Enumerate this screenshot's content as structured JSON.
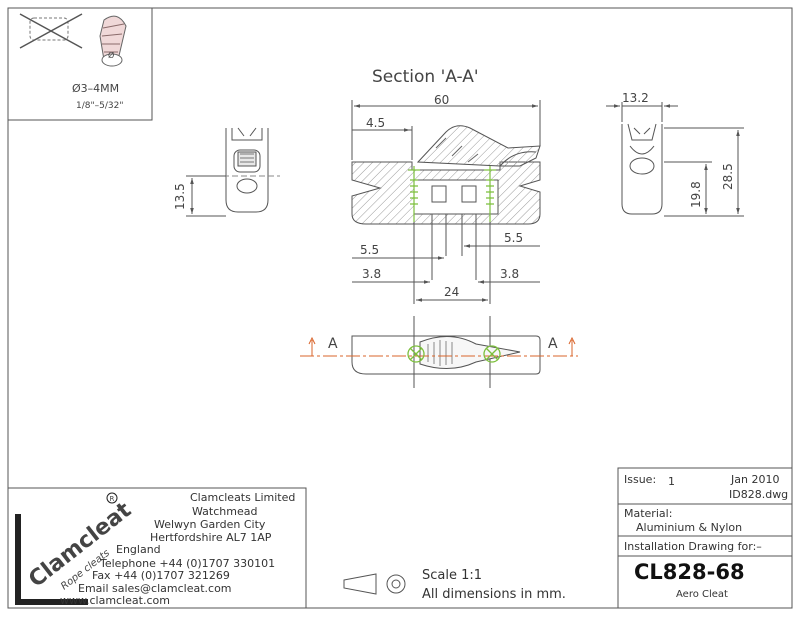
{
  "rope_box": {
    "diameter": "Ø3–4MM",
    "inches": "1/8\"–5/32\"",
    "small_mark": "Ø"
  },
  "section_title": "Section 'A-A'",
  "dimensions": {
    "overall_length": "60",
    "offset_45": "4.5",
    "height_135": "13.5",
    "width_132": "13.2",
    "height_198": "19.8",
    "height_285": "28.5",
    "left_55": "5.5",
    "right_55": "5.5",
    "left_38": "3.8",
    "right_38": "3.8",
    "hole_spacing": "24"
  },
  "section_marks": {
    "left": "A",
    "right": "A"
  },
  "company": {
    "name": "Clamcleats Limited",
    "line1": "Watchmead",
    "line2": "Welwyn Garden City",
    "line3": "Hertfordshire AL7 1AP",
    "line4": "England",
    "telephone": "Telephone +44 (0)1707 330101",
    "fax": "Fax +44 (0)1707 321269",
    "email": "Email sales@clamcleat.com",
    "web": "www.clamcleat.com"
  },
  "logo": {
    "brand": "Clamcleat",
    "registered": "R",
    "tagline": "Rope cleats"
  },
  "scale": {
    "label": "Scale 1:1",
    "units_note": "All dimensions in mm."
  },
  "title_block": {
    "issue_label": "Issue:",
    "issue_value": "1",
    "date": "Jan 2010",
    "file": "ID828.dwg",
    "material_label": "Material:",
    "material_value": "Aluminium & Nylon",
    "installation_label": "Installation Drawing for:–",
    "part_number": "CL828-68",
    "part_name": "Aero Cleat"
  },
  "colors": {
    "line": "#555555",
    "hatch": "#8a8a8a",
    "screw": "#7cbf3c",
    "section_line": "#d9652b"
  }
}
